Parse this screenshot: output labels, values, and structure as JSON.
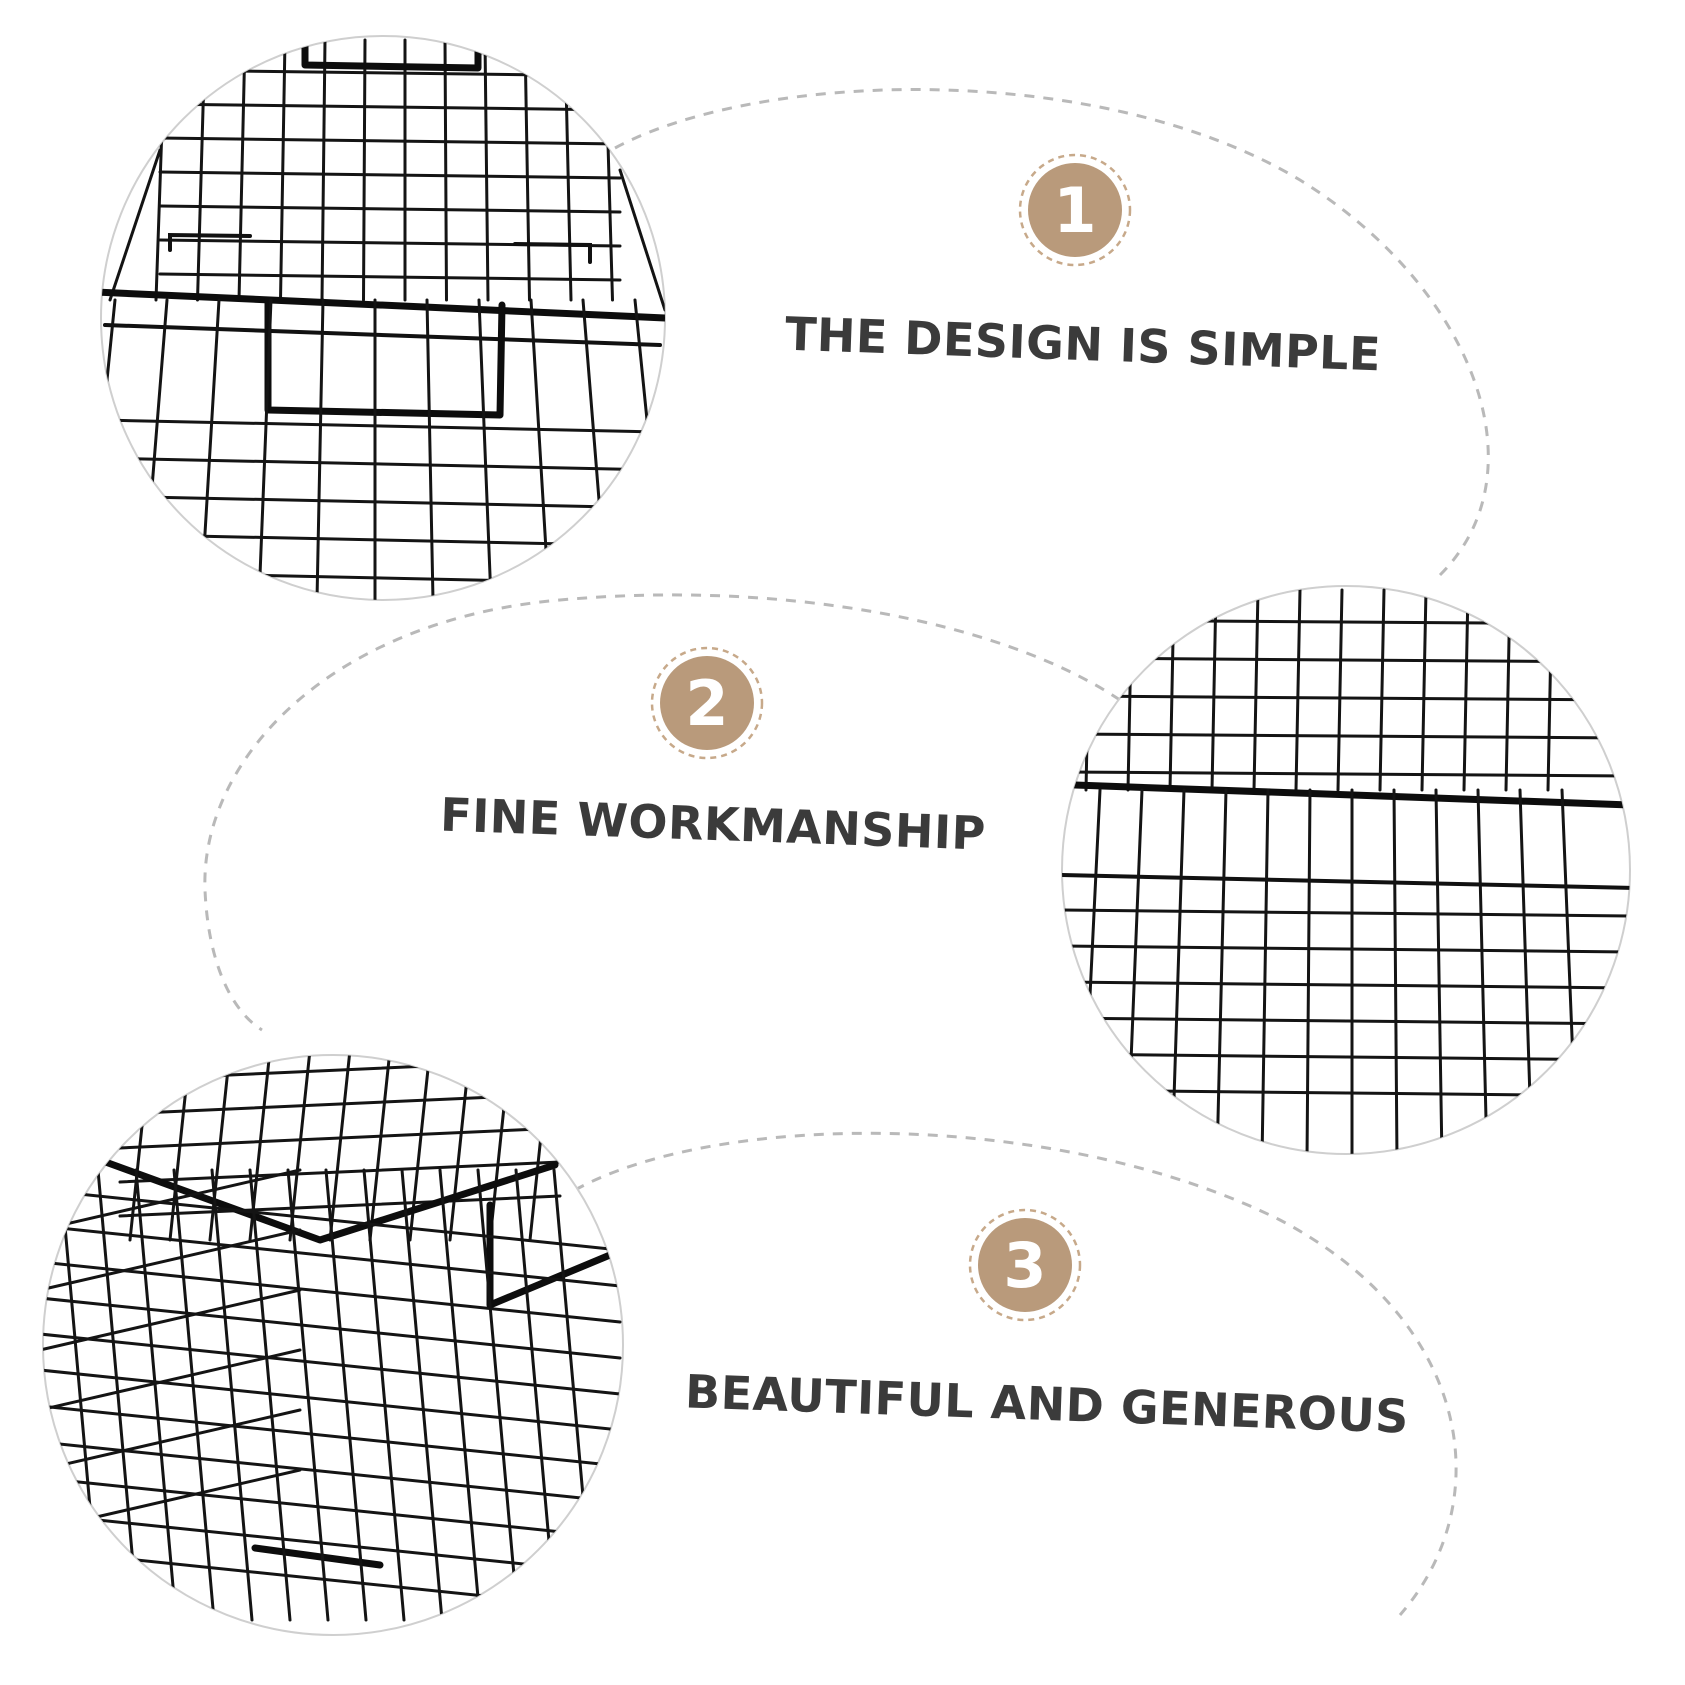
{
  "features": [
    {
      "number": "1",
      "title": "THE DESIGN IS SIMPLE"
    },
    {
      "number": "2",
      "title": "FINE WORKMANSHIP"
    },
    {
      "number": "3",
      "title": "BEAUTIFUL AND GENEROUS"
    }
  ],
  "colors": {
    "badge_fill": "#b99a7b",
    "badge_ring": "#c7a98a",
    "title_text": "#3b3b3b",
    "dashed_outline": "#b9b9b9",
    "wire": "#111111"
  },
  "photos": [
    {
      "subject": "wire-basket-front-handle"
    },
    {
      "subject": "wire-basket-side-rim"
    },
    {
      "subject": "wire-basket-corner"
    }
  ]
}
